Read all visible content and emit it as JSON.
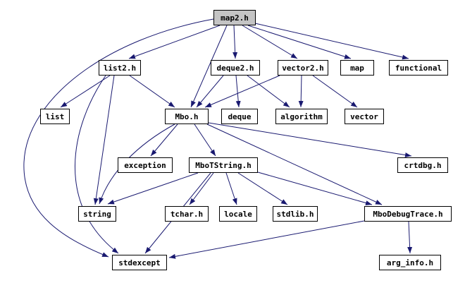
{
  "diagram": {
    "type": "include-dependency-graph",
    "root": "map2.h",
    "colors": {
      "edge": "#191970",
      "node_fill": "#ffffff",
      "root_fill": "#c4c4c4",
      "border": "#000000",
      "text": "#000000"
    },
    "nodes": {
      "map2_h": "map2.h",
      "list2_h": "list2.h",
      "deque2_h": "deque2.h",
      "vector2_h": "vector2.h",
      "map": "map",
      "functional": "functional",
      "list": "list",
      "mbo_h": "Mbo.h",
      "deque": "deque",
      "algorithm": "algorithm",
      "vector": "vector",
      "exception": "exception",
      "mbotstring_h": "MboTString.h",
      "crtdbg_h": "crtdbg.h",
      "string": "string",
      "tchar_h": "tchar.h",
      "locale": "locale",
      "stdlib_h": "stdlib.h",
      "mbodebugtrace_h": "MboDebugTrace.h",
      "stdexcept": "stdexcept",
      "arg_info_h": "arg_info.h"
    },
    "edges": [
      {
        "from": "map2.h",
        "to": "list2.h"
      },
      {
        "from": "map2.h",
        "to": "deque2.h"
      },
      {
        "from": "map2.h",
        "to": "vector2.h"
      },
      {
        "from": "map2.h",
        "to": "map"
      },
      {
        "from": "map2.h",
        "to": "functional"
      },
      {
        "from": "map2.h",
        "to": "Mbo.h"
      },
      {
        "from": "map2.h",
        "to": "stdexcept"
      },
      {
        "from": "list2.h",
        "to": "list"
      },
      {
        "from": "list2.h",
        "to": "Mbo.h"
      },
      {
        "from": "list2.h",
        "to": "string"
      },
      {
        "from": "list2.h",
        "to": "stdexcept"
      },
      {
        "from": "deque2.h",
        "to": "Mbo.h"
      },
      {
        "from": "deque2.h",
        "to": "deque"
      },
      {
        "from": "deque2.h",
        "to": "algorithm"
      },
      {
        "from": "vector2.h",
        "to": "Mbo.h"
      },
      {
        "from": "vector2.h",
        "to": "algorithm"
      },
      {
        "from": "vector2.h",
        "to": "vector"
      },
      {
        "from": "Mbo.h",
        "to": "exception"
      },
      {
        "from": "Mbo.h",
        "to": "MboTString.h"
      },
      {
        "from": "Mbo.h",
        "to": "crtdbg.h"
      },
      {
        "from": "Mbo.h",
        "to": "string"
      },
      {
        "from": "Mbo.h",
        "to": "MboDebugTrace.h"
      },
      {
        "from": "MboTString.h",
        "to": "string"
      },
      {
        "from": "MboTString.h",
        "to": "tchar.h"
      },
      {
        "from": "MboTString.h",
        "to": "locale"
      },
      {
        "from": "MboTString.h",
        "to": "stdlib.h"
      },
      {
        "from": "MboTString.h",
        "to": "MboDebugTrace.h"
      },
      {
        "from": "MboTString.h",
        "to": "stdexcept"
      },
      {
        "from": "MboDebugTrace.h",
        "to": "arg_info.h"
      },
      {
        "from": "MboDebugTrace.h",
        "to": "stdexcept"
      }
    ]
  }
}
